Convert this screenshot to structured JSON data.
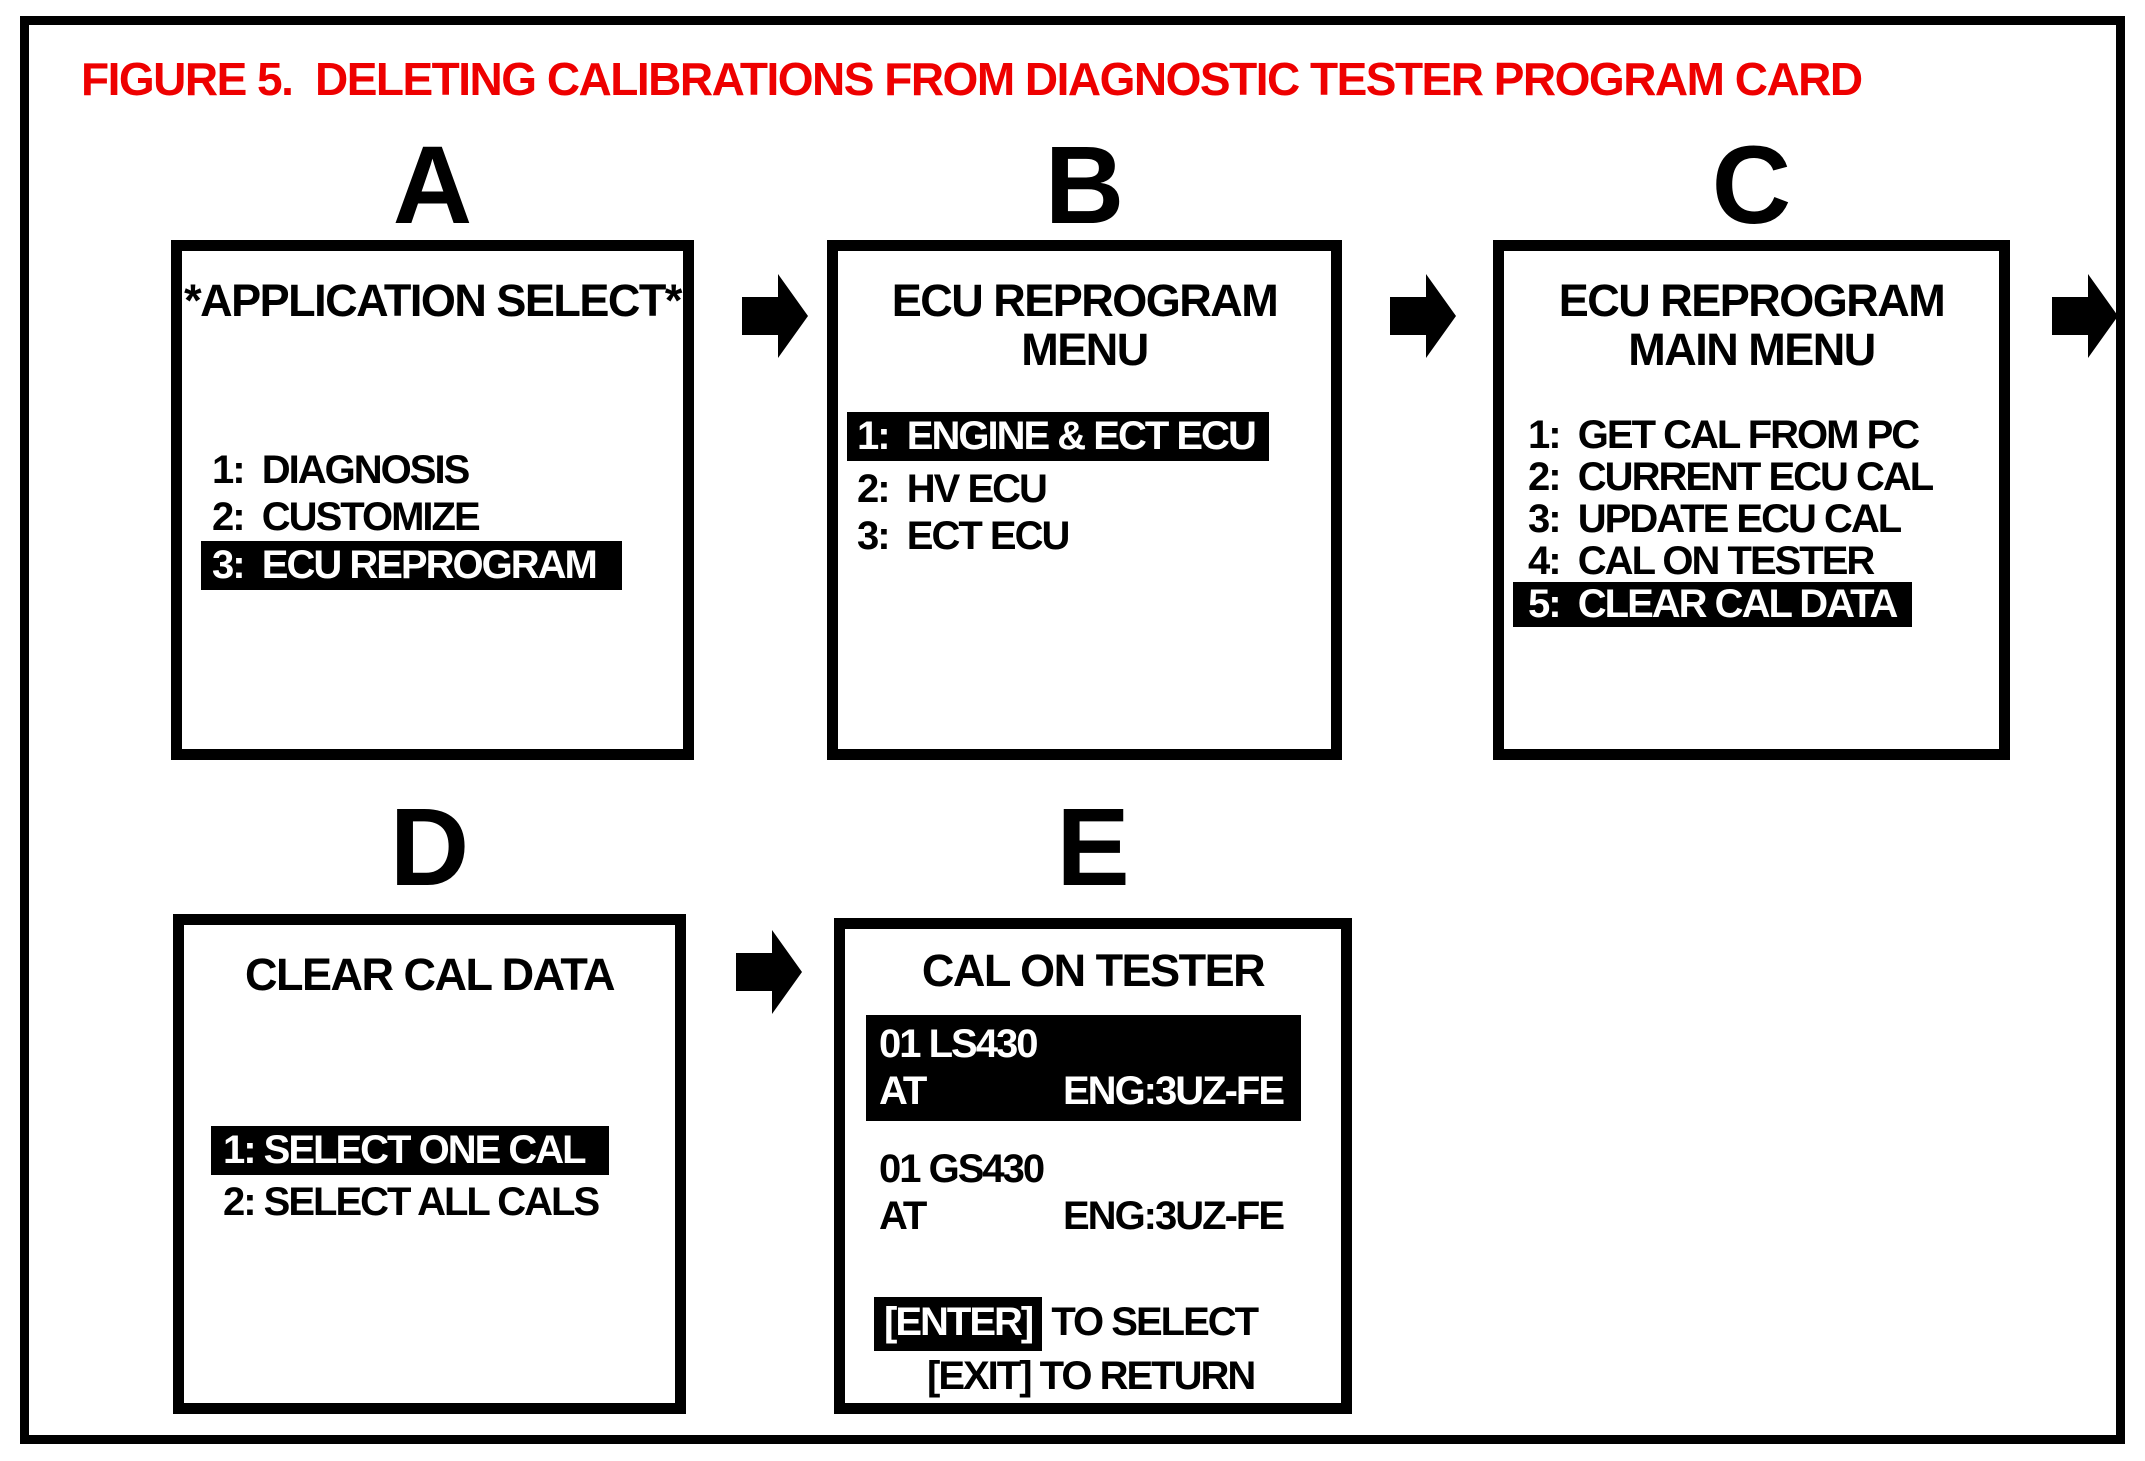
{
  "figure_title": "FIGURE 5.  DELETING CALIBRATIONS FROM DIAGNOSTIC TESTER PROGRAM CARD",
  "colors": {
    "title_red": "#ee0000",
    "ink": "#000000",
    "paper": "#ffffff",
    "highlight_bg": "#000000",
    "highlight_fg": "#ffffff"
  },
  "flow_arrows": [
    "A-to-B",
    "B-to-C",
    "C-to-next",
    "D-to-E"
  ],
  "steps": {
    "a": {
      "label": "A",
      "title_lines": [
        "*APPLICATION SELECT*"
      ],
      "items": [
        {
          "text": "1:  DIAGNOSIS",
          "highlighted": false
        },
        {
          "text": "2:  CUSTOMIZE",
          "highlighted": false
        },
        {
          "text": "3:  ECU REPROGRAM",
          "highlighted": true
        }
      ]
    },
    "b": {
      "label": "B",
      "title_lines": [
        "ECU REPROGRAM",
        "MENU"
      ],
      "items": [
        {
          "text": "1:  ENGINE & ECT ECU",
          "highlighted": true
        },
        {
          "text": "2:  HV ECU",
          "highlighted": false
        },
        {
          "text": "3:  ECT ECU",
          "highlighted": false
        }
      ]
    },
    "c": {
      "label": "C",
      "title_lines": [
        "ECU REPROGRAM",
        "MAIN MENU"
      ],
      "items": [
        {
          "text": "1:  GET CAL FROM PC",
          "highlighted": false
        },
        {
          "text": "2:  CURRENT ECU CAL",
          "highlighted": false
        },
        {
          "text": "3:  UPDATE ECU CAL",
          "highlighted": false
        },
        {
          "text": "4:  CAL ON TESTER",
          "highlighted": false
        },
        {
          "text": "5:  CLEAR CAL DATA",
          "highlighted": true
        }
      ]
    },
    "d": {
      "label": "D",
      "title_lines": [
        "CLEAR CAL DATA"
      ],
      "items": [
        {
          "text": "1: SELECT ONE CAL",
          "highlighted": true
        },
        {
          "text": "2: SELECT ALL CALS",
          "highlighted": false
        }
      ]
    },
    "e": {
      "label": "E",
      "title_lines": [
        "CAL ON TESTER"
      ],
      "cals": [
        {
          "model": "01 LS430",
          "transmission": "AT",
          "engine": "ENG:3UZ-FE",
          "highlighted": true
        },
        {
          "model": "01 GS430",
          "transmission": "AT",
          "engine": "ENG:3UZ-FE",
          "highlighted": false
        }
      ],
      "footer": {
        "enter_key": "[ENTER]",
        "enter_rest": " TO SELECT",
        "exit_line": "[EXIT] TO RETURN"
      }
    }
  }
}
